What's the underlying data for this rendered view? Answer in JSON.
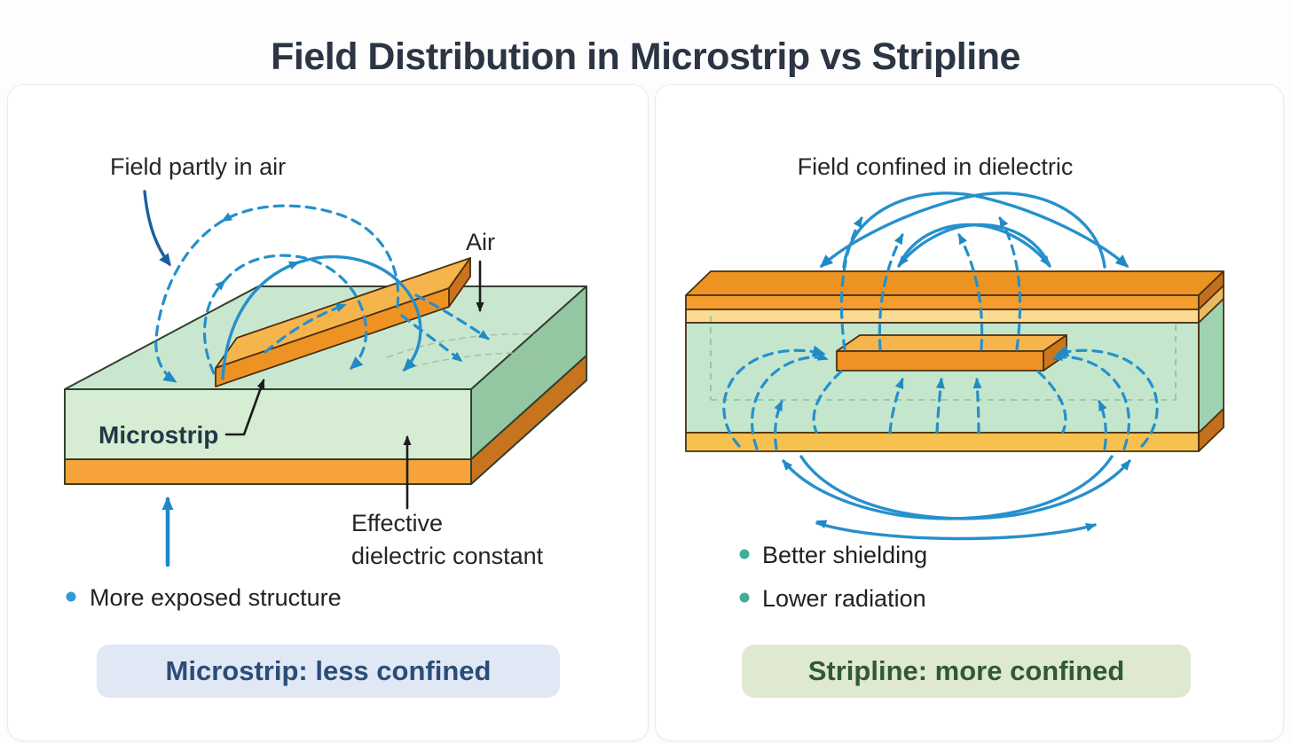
{
  "title": "Field Distribution in Microstrip vs Stripline",
  "left_panel": {
    "labels": {
      "field": "Field partly in air",
      "air": "Air",
      "microstrip": "Microstrip",
      "effective_line1": "Effective",
      "effective_line2": "dielectric constant"
    },
    "bullets": [
      "More exposed structure"
    ],
    "caption": "Microstrip: less confined"
  },
  "right_panel": {
    "labels": {
      "field": "Field confined in dielectric"
    },
    "bullets": [
      "Better shielding",
      "Lower radiation"
    ],
    "caption": "Stripline: more confined"
  },
  "colors": {
    "title_text": "#2b3544",
    "field_line_blue": "#2590cc",
    "pointer_navy": "#1a5f9e",
    "copper_front": "#f09a2c",
    "copper_top": "#f6b44c",
    "copper_dark": "#c8741f",
    "substrate_green_front": "#d7edd3",
    "substrate_green_top": "#c9e7cf",
    "substrate_green_side": "#93c7a1",
    "ground_yellow": "#f6c14e",
    "caption_left_bg": "#dfe8f4",
    "caption_left_text": "#2b4d78",
    "caption_right_bg": "#dfe9d0",
    "caption_right_text": "#2f5a35",
    "bullet_blue": "#2e9bd6",
    "bullet_teal": "#43ae98"
  }
}
